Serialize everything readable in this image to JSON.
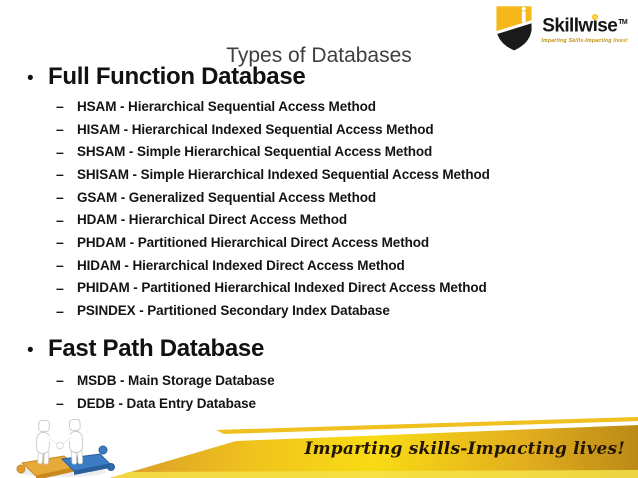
{
  "slide": {
    "title": "Types of Databases",
    "sections": [
      {
        "heading": "Full Function Database",
        "items": [
          "HSAM - Hierarchical Sequential Access Method",
          "HISAM - Hierarchical Indexed Sequential Access Method",
          "SHSAM - Simple Hierarchical Sequential Access Method",
          "SHISAM - Simple Hierarchical Indexed Sequential Access Method",
          "GSAM - Generalized Sequential Access Method",
          "HDAM - Hierarchical Direct Access Method",
          "PHDAM - Partitioned Hierarchical Direct Access Method",
          "HIDAM - Hierarchical Indexed Direct Access Method",
          "PHIDAM - Partitioned Hierarchical Indexed Direct Access Method",
          "PSINDEX - Partitioned Secondary Index Database"
        ]
      },
      {
        "heading": "Fast Path Database",
        "items": [
          "MSDB - Main Storage Database",
          "DEDB - Data Entry Database"
        ]
      }
    ]
  },
  "markers": {
    "bullet": "•",
    "dash": "–"
  },
  "logo": {
    "brand_part1": "Skillw",
    "brand_i": "ı",
    "brand_part2": "se",
    "trademark": "TM",
    "tagline": "Imparting Skills-Impacting lives!"
  },
  "footer": {
    "tagline": "Imparting skills-Impacting lives!"
  },
  "colors": {
    "brand_yellow": "#F5B81B",
    "brand_black": "#1A1A1A",
    "band_orange": "#D9992B",
    "band_yellow": "#F8DB14",
    "band_dark_gold": "#BB8A16",
    "puzzle_yellow": "#E8A93B",
    "puzzle_blue": "#3B7CC4",
    "footer_text": "#221500",
    "title_gray": "#3E3E3E"
  }
}
